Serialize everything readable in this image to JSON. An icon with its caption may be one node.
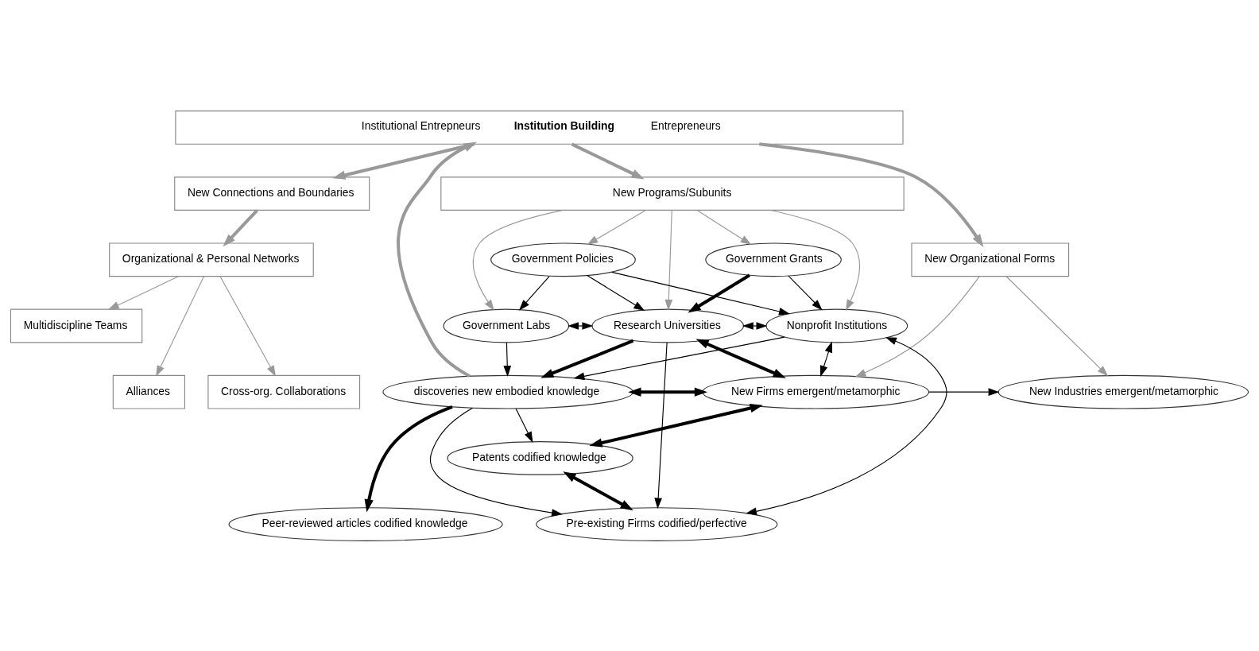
{
  "diagram": {
    "nodes": [
      {
        "text": [
          "Institutional Entrepneurs",
          "Institution Building",
          "Entrepreneurs"
        ]
      },
      {
        "text": [
          "New Connections and Boundaries"
        ]
      },
      {
        "text": [
          "Organizational & Personal Networks"
        ]
      },
      {
        "text": [
          "Multidiscipline Teams"
        ]
      },
      {
        "text": [
          "Alliances"
        ]
      },
      {
        "text": [
          "Cross-org. Collaborations"
        ]
      },
      {
        "text": [
          "New Programs/Subunits"
        ]
      },
      {
        "text": [
          "Government Policies"
        ]
      },
      {
        "text": [
          "Government Grants"
        ]
      },
      {
        "text": [
          "New Organizational Forms"
        ]
      },
      {
        "text": [
          "Government Labs"
        ]
      },
      {
        "text": [
          "Research Universities"
        ]
      },
      {
        "text": [
          "Nonprofit Institutions"
        ]
      },
      {
        "text": [
          "discoveries new embodied knowledge"
        ]
      },
      {
        "text": [
          "New Firms emergent/metamorphic"
        ]
      },
      {
        "text": [
          "New Industries emergent/metamorphic"
        ]
      },
      {
        "text": [
          "Peer-reviewed articles codified knowledge"
        ]
      },
      {
        "text": [
          "Pre-existing Firms codified/perfective"
        ]
      },
      {
        "text": [
          "Patents codified knowledge"
        ]
      }
    ],
    "edges": [
      {
        "from": 0,
        "to": 1,
        "arrow": "to",
        "style": "thick",
        "color": "#999999"
      },
      {
        "from": 13,
        "to": 0,
        "arrow": "to",
        "style": "thick",
        "color": "#999999"
      },
      {
        "from": 0,
        "to": 6,
        "arrow": "to",
        "style": "thick",
        "color": "#999999"
      },
      {
        "from": 0,
        "to": 9,
        "arrow": "to",
        "style": "thick",
        "color": "#999999"
      },
      {
        "from": 1,
        "to": 2,
        "arrow": "to",
        "style": "thick",
        "color": "#999999"
      },
      {
        "from": 2,
        "to": 4,
        "arrow": "to",
        "color": "#999999"
      },
      {
        "from": 2,
        "to": 3,
        "arrow": "to",
        "color": "#999999"
      },
      {
        "from": 2,
        "to": 5,
        "arrow": "to",
        "color": "#999999"
      },
      {
        "from": 6,
        "to": 10,
        "arrow": "to",
        "color": "#999999"
      },
      {
        "from": 6,
        "to": 7,
        "arrow": "to",
        "color": "#999999"
      },
      {
        "from": 6,
        "to": 11,
        "arrow": "to",
        "color": "#999999"
      },
      {
        "from": 6,
        "to": 8,
        "arrow": "to",
        "color": "#999999"
      },
      {
        "from": 6,
        "to": 12,
        "arrow": "to",
        "color": "#999999"
      },
      {
        "from": 7,
        "to": 10,
        "arrow": "to"
      },
      {
        "from": 7,
        "to": 11,
        "arrow": "to"
      },
      {
        "from": 7,
        "to": 12,
        "arrow": "to"
      },
      {
        "from": 8,
        "to": 11,
        "arrow": "to",
        "style": "thick"
      },
      {
        "from": 8,
        "to": 12,
        "arrow": "to"
      },
      {
        "from": 9,
        "to": 14,
        "arrow": "to",
        "color": "#999999"
      },
      {
        "from": 9,
        "to": 15,
        "arrow": "to",
        "color": "#999999"
      },
      {
        "from": 10,
        "to": 11,
        "arrow": "both"
      },
      {
        "from": 11,
        "to": 12,
        "arrow": "both"
      },
      {
        "from": 10,
        "to": 13,
        "arrow": "to"
      },
      {
        "from": 11,
        "to": 13,
        "arrow": "to",
        "style": "thick"
      },
      {
        "from": 12,
        "to": 13,
        "arrow": "to"
      },
      {
        "from": 11,
        "to": 14,
        "arrow": "both",
        "style": "thick"
      },
      {
        "from": 11,
        "to": 17,
        "arrow": "to"
      },
      {
        "from": 12,
        "to": 14,
        "arrow": "both"
      },
      {
        "from": 12,
        "to": 17,
        "arrow": "both"
      },
      {
        "from": 13,
        "to": 14,
        "arrow": "both",
        "style": "thick"
      },
      {
        "from": 14,
        "to": 15,
        "arrow": "to"
      },
      {
        "from": 13,
        "to": 16,
        "arrow": "to",
        "style": "thick"
      },
      {
        "from": 13,
        "to": 18,
        "arrow": "to"
      },
      {
        "from": 13,
        "to": 17,
        "arrow": "to"
      },
      {
        "from": 14,
        "to": 18,
        "arrow": "both",
        "style": "thick"
      },
      {
        "from": 18,
        "to": 17,
        "arrow": "both",
        "style": "thick"
      }
    ]
  }
}
